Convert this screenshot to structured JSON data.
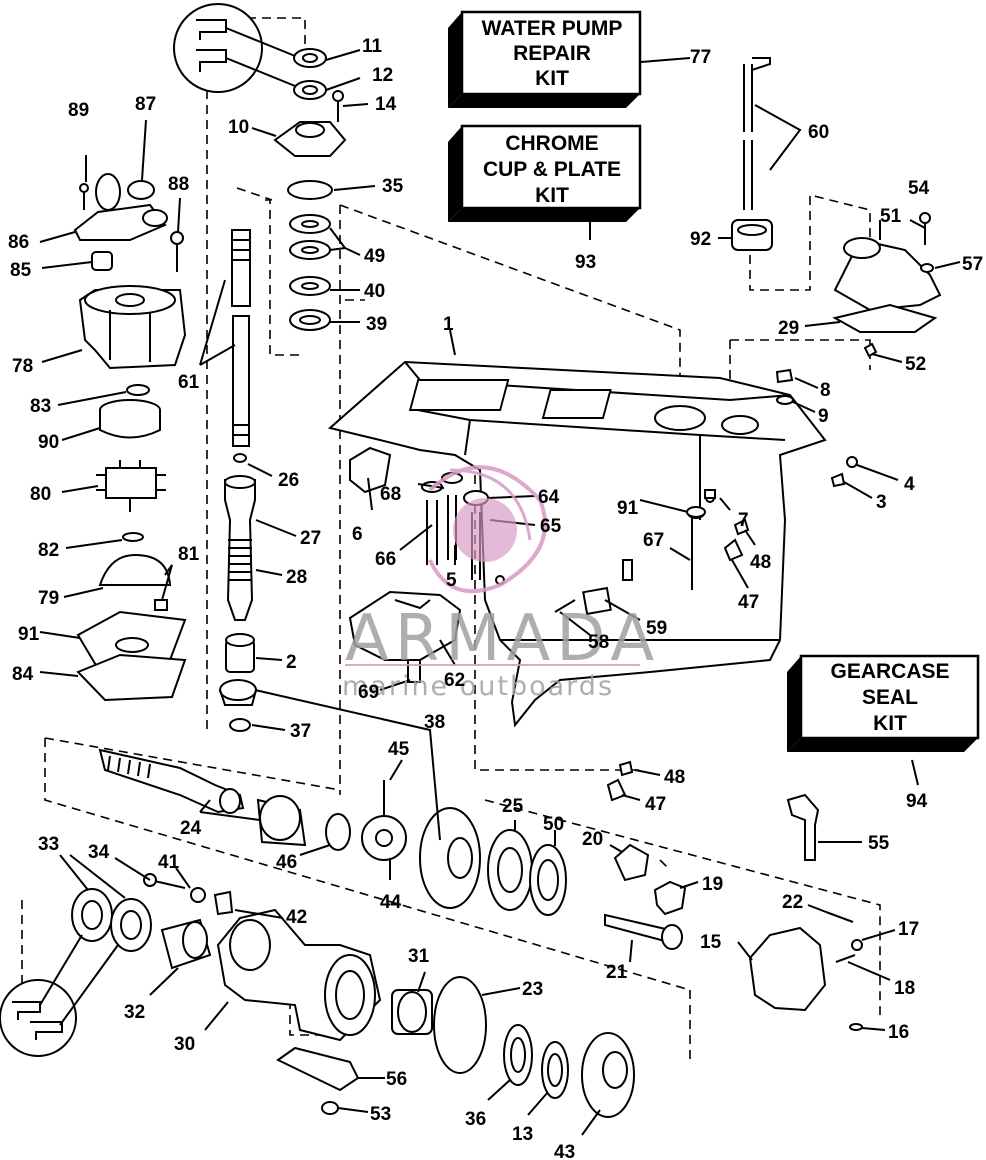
{
  "kits": {
    "water_pump": [
      "WATER PUMP",
      "REPAIR",
      "KIT"
    ],
    "chrome": [
      "CHROME",
      "CUP & PLATE",
      "KIT"
    ],
    "gearcase_seal": [
      "GEARCASE",
      "SEAL",
      "KIT"
    ]
  },
  "watermark": {
    "brand": "ARMADA",
    "tagline": "marine outboards"
  },
  "callouts": [
    "1",
    "2",
    "3",
    "4",
    "5",
    "6",
    "7",
    "8",
    "9",
    "10",
    "11",
    "12",
    "13",
    "14",
    "15",
    "16",
    "17",
    "18",
    "19",
    "20",
    "21",
    "22",
    "23",
    "24",
    "25",
    "26",
    "27",
    "28",
    "29",
    "30",
    "31",
    "32",
    "33",
    "34",
    "35",
    "36",
    "37",
    "38",
    "39",
    "40",
    "41",
    "42",
    "43",
    "44",
    "45",
    "46",
    "47",
    "47",
    "48",
    "48",
    "49",
    "50",
    "51",
    "52",
    "53",
    "54",
    "55",
    "56",
    "57",
    "58",
    "59",
    "60",
    "61",
    "62",
    "64",
    "65",
    "66",
    "67",
    "68",
    "69",
    "77",
    "78",
    "79",
    "80",
    "81",
    "82",
    "83",
    "84",
    "85",
    "86",
    "87",
    "88",
    "89",
    "90",
    "91",
    "91",
    "92",
    "93",
    "94"
  ],
  "colors": {
    "ink": "#000000",
    "watermark_grey": "#a0a0a0",
    "watermark_pink": "#d89ac4"
  }
}
